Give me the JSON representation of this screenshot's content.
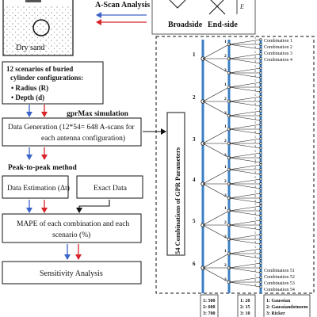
{
  "header": {
    "ascan_label": "A-Scan Analysis",
    "sand_label": "Dry sand",
    "broadside_label": "Broadside",
    "endside_label": "End-side",
    "e_field_label": "E"
  },
  "colors": {
    "blue": "#3a64c8",
    "red": "#d8232a",
    "pole": "#3a7fc4",
    "black": "#111111"
  },
  "flowchart": {
    "scenarios_title": "12 scenarios of buried cylinder configurations:",
    "scenarios_title_line1": "12 scenarios of buried",
    "scenarios_title_line2": "cylinder configurations:",
    "scenario_items": [
      "Radius (R)",
      "Depth (d)"
    ],
    "gprmax_label": "gprMax simulation",
    "data_generation_line1": "Data Generation (12*54= 648 A-scans for",
    "data_generation_line2": "each antenna configuration)",
    "peak_label": "Peak-to-peak  method",
    "data_estimation": "Data Estimation (Δt)",
    "exact_data": "Exact Data",
    "mape_line1": "MAPE of each combination and each",
    "mape_line2": "scenario (%)",
    "sensitivity": "Sensitivity Analysis"
  },
  "tree": {
    "side_label": "54 Combinations of GPR Parameters",
    "level1_numbers": [
      "1",
      "2",
      "3",
      "4",
      "5",
      "6"
    ],
    "level2_numbers": [
      "1",
      "2",
      "3"
    ],
    "top_combinations": [
      "Combination 1",
      "Combination 2",
      "Combination 3",
      "Combination 4"
    ],
    "bottom_combinations": [
      "Combination 51",
      "Combination 52",
      "Combination 53",
      "Combination 54"
    ]
  },
  "legend": {
    "col1": [
      "1: 500",
      "2: 600",
      "3: 700"
    ],
    "col2": [
      "1: 20",
      "2: 15",
      "3: 10"
    ],
    "col3": [
      "1: Gaussian",
      "2: Gaussiandotnorm",
      "3: Ricker"
    ]
  }
}
